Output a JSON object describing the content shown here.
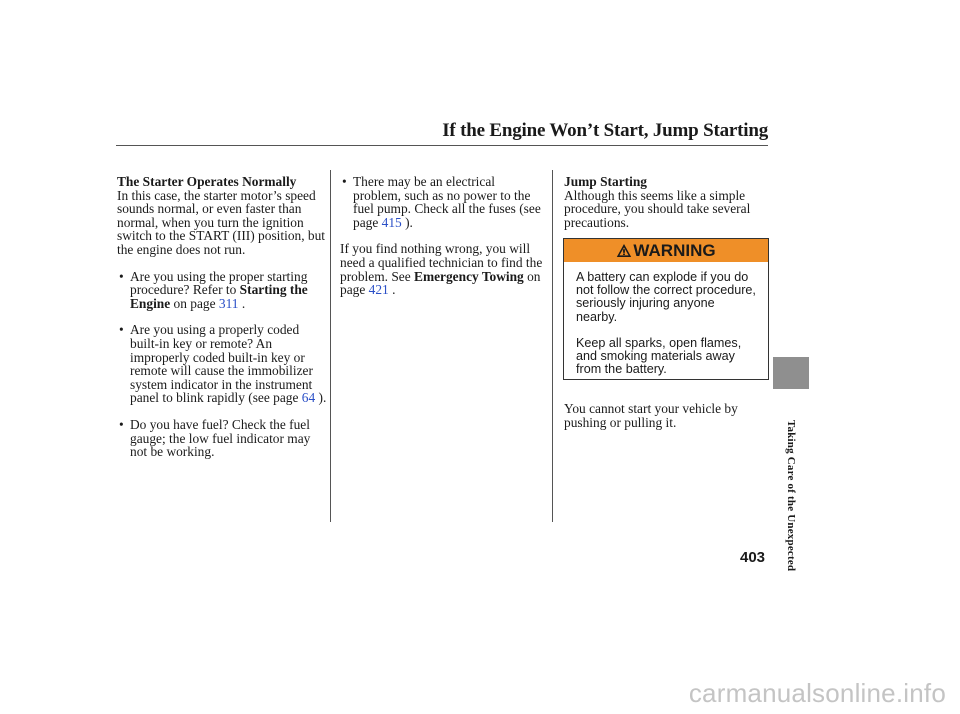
{
  "header": {
    "title": "If the Engine Won’t Start, Jump Starting"
  },
  "col1": {
    "heading": "The Starter Operates Normally",
    "intro": "In this case, the starter motor’s speed sounds normal, or even faster than normal, when you turn the ignition switch to the START (III) position, but the engine does not run.",
    "bullet1": {
      "text": "Are you using the proper starting procedure? Refer to ",
      "bold": "Starting the Engine",
      "mid": " on page ",
      "link": "311",
      "end": " ."
    },
    "bullet2": {
      "text": "Are you using a properly coded built-in key or remote? An improperly coded built-in key or remote will cause the immobilizer system indicator in the instrument panel to blink rapidly (see page ",
      "link": "64",
      "end": " )."
    },
    "bullet3": {
      "text": "Do you have fuel? Check the fuel gauge; the low fuel indicator may not be working."
    }
  },
  "col2": {
    "bullet1": {
      "text": "There may be an electrical problem, such as no power to the fuel pump. Check all the fuses (see page ",
      "link": "415",
      "end": " )."
    },
    "para": {
      "text": "If you find nothing wrong, you will need a qualified technician to find the problem. See ",
      "bold": "Emergency Towing",
      "mid": " on page ",
      "link": "421",
      "end": " ."
    }
  },
  "col3": {
    "heading": "Jump Starting",
    "intro": "Although this seems like a simple procedure, you should take several precautions.",
    "outro": "You cannot start your vehicle by pushing or pulling it."
  },
  "warning": {
    "label": "WARNING",
    "icon": "warning-triangle-icon",
    "banner_color": "#ef8f28",
    "para1": "A battery can explode if you do not follow the correct procedure, seriously injuring anyone nearby.",
    "para2": "Keep all sparks, open flames, and smoking materials away from the battery."
  },
  "side": {
    "label": "Taking Care of the Unexpected"
  },
  "page": {
    "number": "403"
  },
  "watermark": "carmanualsonline.info"
}
